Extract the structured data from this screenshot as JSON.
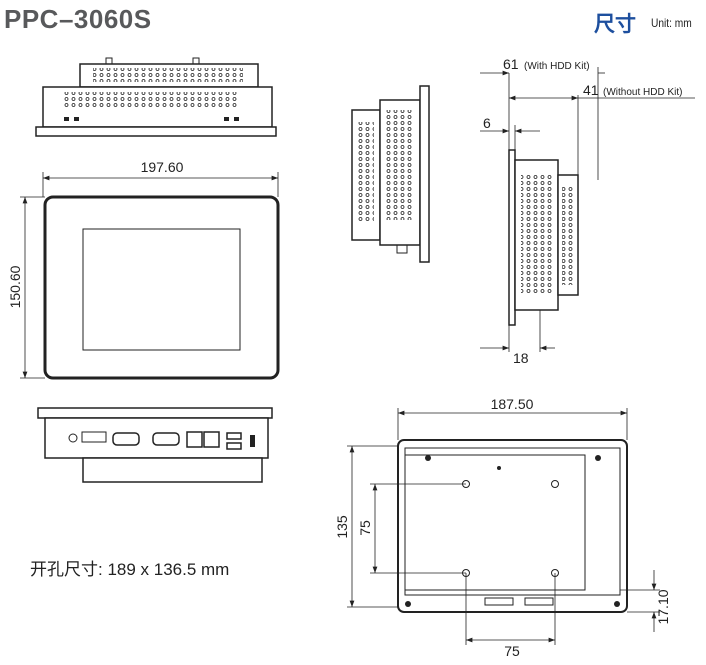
{
  "header": {
    "title": "PPC–3060S",
    "dimensions_label": "尺寸",
    "unit": "Unit: mm"
  },
  "dimensions": {
    "width": "197.60",
    "height": "150.60",
    "depth_with_hdd": "61",
    "depth_with_hdd_note": "(With HDD Kit)",
    "depth_without_hdd": "41",
    "depth_without_hdd_note": "(Without HDD Kit)",
    "bezel": "6",
    "panel_depth": "18",
    "rear_width": "187.50",
    "rear_height": "135",
    "vesa_vertical": "75",
    "vesa_horizontal": "75",
    "bottom_offset": "17.10"
  },
  "cutout": "开孔尺寸: 189 x 136.5 mm"
}
